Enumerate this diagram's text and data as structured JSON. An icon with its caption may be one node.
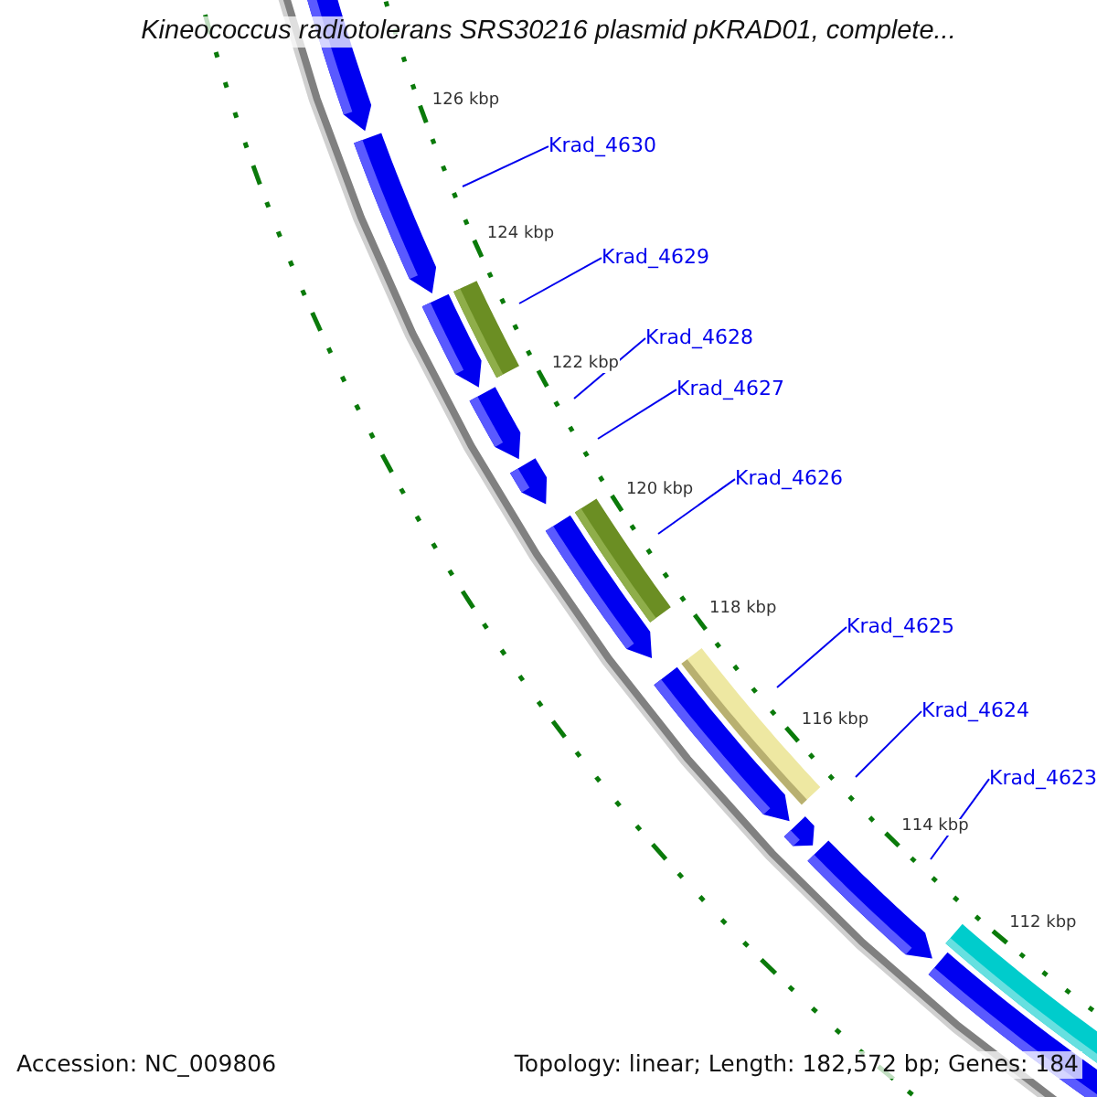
{
  "diagram": {
    "title": "Kineococcus radiotolerans SRS30216 plasmid pKRAD01, complete...",
    "nodes": [
      {
        "text": [
          "Krad_4630"
        ]
      },
      {
        "text": [
          "Krad_4629"
        ]
      },
      {
        "text": [
          "Krad_4628"
        ]
      },
      {
        "text": [
          "Krad_4627"
        ]
      },
      {
        "text": [
          "Krad_4626"
        ]
      },
      {
        "text": [
          "Krad_4625"
        ]
      },
      {
        "text": [
          "Krad_4624"
        ]
      },
      {
        "text": [
          "Krad_4623"
        ]
      }
    ],
    "edges": [
      {
        "from": 0,
        "to": null,
        "arrow": "none"
      },
      {
        "from": 1,
        "to": null,
        "arrow": "none"
      },
      {
        "from": 2,
        "to": null,
        "arrow": "none"
      },
      {
        "from": 3,
        "to": null,
        "arrow": "none"
      },
      {
        "from": 4,
        "to": null,
        "arrow": "none"
      },
      {
        "from": 5,
        "to": null,
        "arrow": "none"
      },
      {
        "from": 6,
        "to": null,
        "arrow": "none"
      },
      {
        "from": 7,
        "to": null,
        "arrow": "none"
      }
    ],
    "labels": [
      "126 kbp",
      "124 kbp",
      "122 kbp",
      "120 kbp",
      "118 kbp",
      "116 kbp",
      "114 kbp",
      "112 kbp",
      "Accession: NC_009806",
      "Topology: linear; Length: 182,572 bp; Genes: 184"
    ]
  }
}
